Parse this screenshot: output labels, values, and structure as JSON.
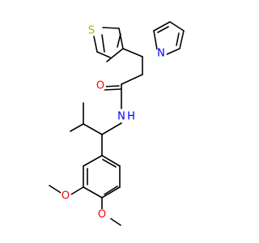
{
  "colors": {
    "bond": "#000000",
    "carbon": "#000000",
    "nitrogen": "#0000ff",
    "oxygen": "#ff0000",
    "sulfur": "#b2b200"
  },
  "atoms": {
    "S1": "S",
    "N_pyrrole": "N",
    "O_carbonyl": "O",
    "N_amide": "N",
    "H_amide": "H",
    "O_methoxy_a": "O",
    "O_methoxy_b": "O"
  }
}
